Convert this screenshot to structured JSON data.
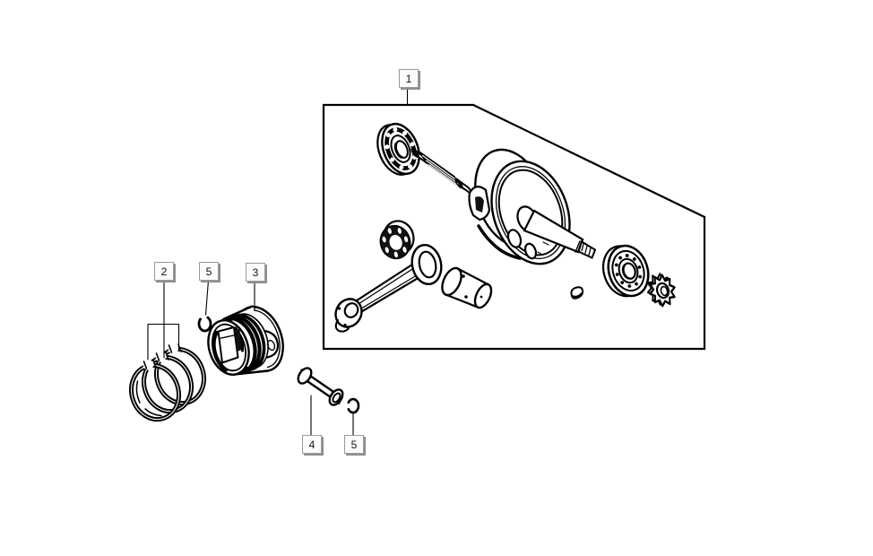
{
  "diagram": {
    "background_color": "#ffffff",
    "line_color": "#000000",
    "callout_style": {
      "face_color": "#fcfcfc",
      "border_color": "#9a9a9a",
      "shadow_color": "#8f8f8f",
      "text_color": "#111111"
    },
    "callouts": [
      {
        "label": "1"
      },
      {
        "label": "2"
      },
      {
        "label": "5"
      },
      {
        "label": "3"
      },
      {
        "label": "4"
      },
      {
        "label": "5"
      }
    ]
  }
}
